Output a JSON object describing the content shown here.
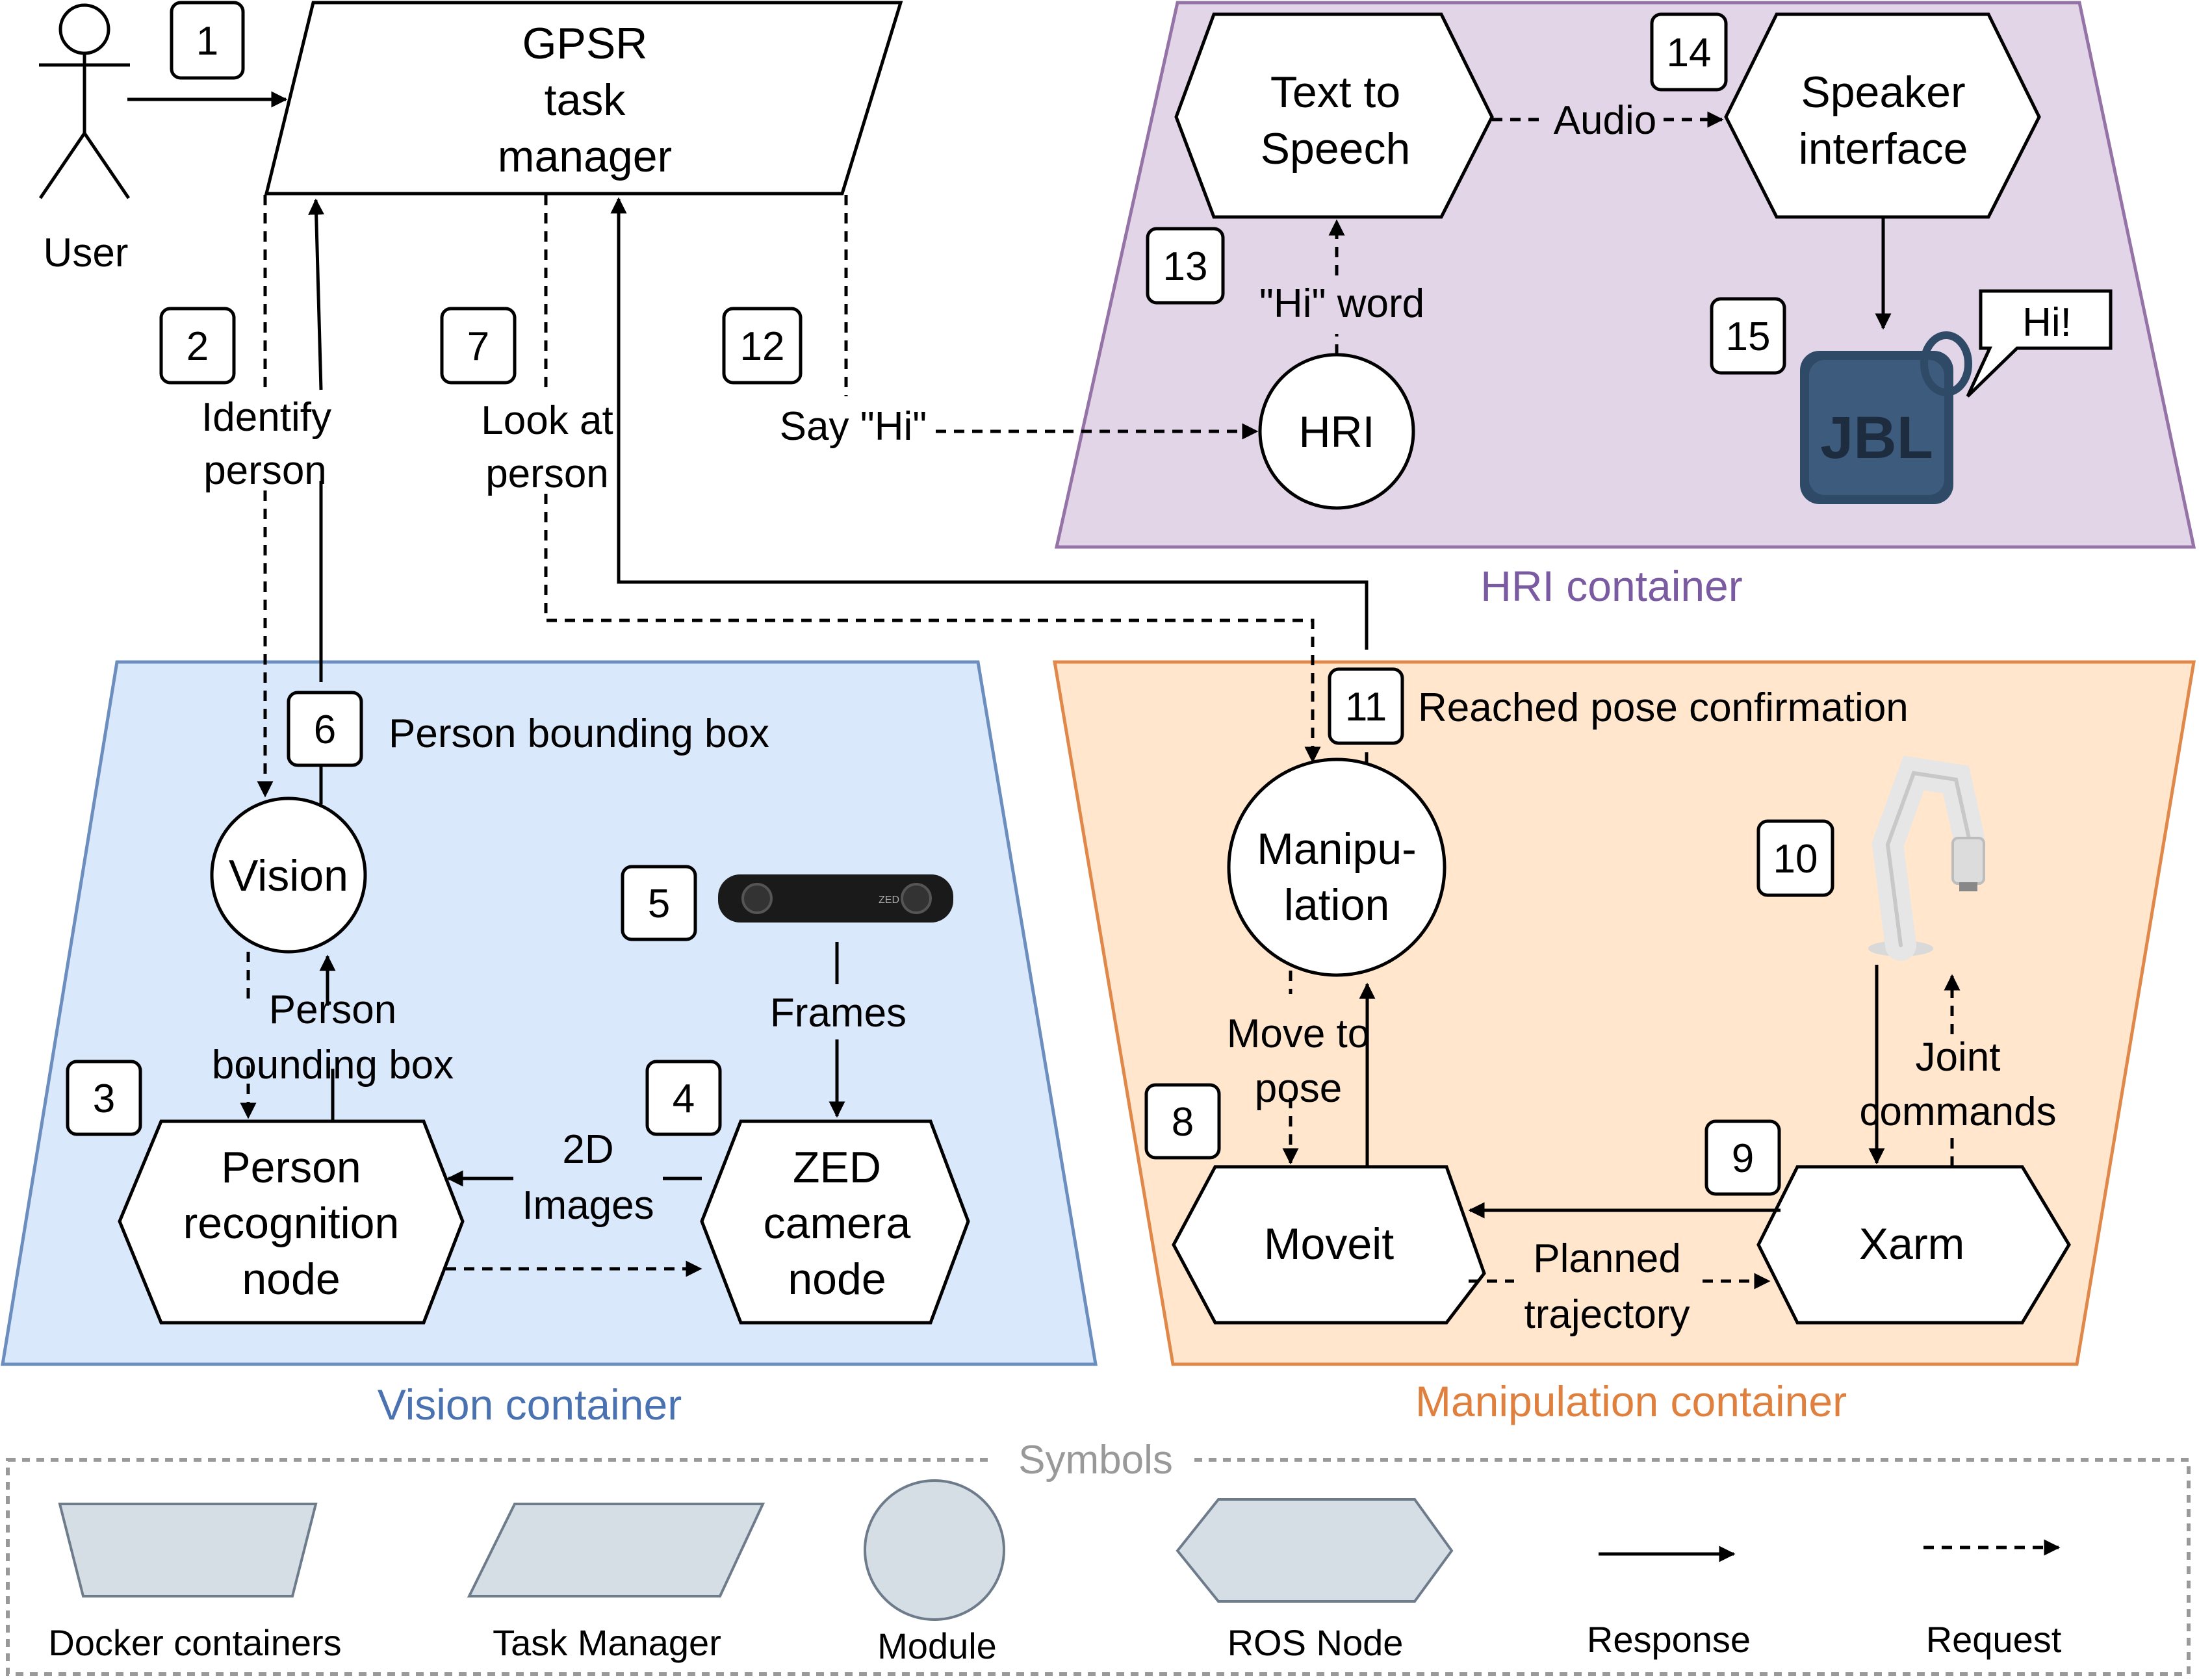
{
  "containers": {
    "hri": "HRI container",
    "vision": "Vision container",
    "manipulation": "Manipulation container",
    "colors": {
      "hri_fill": "#e1d5e7",
      "hri_stroke": "#9673a6",
      "hri_text": "#7a5aa1",
      "vision_fill": "#dae8fc",
      "vision_stroke": "#6c8ebf",
      "vision_text": "#4a72b0",
      "manip_fill": "#ffe6cc",
      "manip_stroke": "#e0884a",
      "manip_text": "#e0803f"
    }
  },
  "actor": {
    "label": "User"
  },
  "task_manager": {
    "line1": "GPSR",
    "line2": "task",
    "line3": "manager"
  },
  "nodes": {
    "tts_1": "Text to",
    "tts_2": "Speech",
    "speaker_1": "Speaker",
    "speaker_2": "interface",
    "hri": "HRI",
    "vision": "Vision",
    "person_rec_1": "Person",
    "person_rec_2": "recognition",
    "person_rec_3": "node",
    "zed_1": "ZED",
    "zed_2": "camera",
    "zed_3": "node",
    "manip_1": "Manipu-",
    "manip_2": "lation",
    "moveit": "Moveit",
    "xarm": "Xarm"
  },
  "steps": [
    "1",
    "2",
    "3",
    "4",
    "5",
    "6",
    "7",
    "8",
    "9",
    "10",
    "11",
    "12",
    "13",
    "14",
    "15"
  ],
  "edges": {
    "identify_1": "Identify",
    "identify_2": "person",
    "look_1": "Look at",
    "look_2": "person",
    "say_hi": "Say \"Hi\"",
    "hi_word": "\"Hi\" word",
    "audio": "Audio",
    "person_bbox_top": "Person bounding box",
    "person_bbox_1": "Person",
    "person_bbox_2": "bounding box",
    "frames": "Frames",
    "images_1": "2D",
    "images_2": "Images",
    "reached": "Reached pose confirmation",
    "move_1": "Move to",
    "move_2": "pose",
    "joint_1": "Joint",
    "joint_2": "commands",
    "planned_1": "Planned",
    "planned_2": "trajectory"
  },
  "illustrations": {
    "speaker_bubble": "Hi!",
    "speaker_brand": "JBL",
    "camera_brand": "ZED"
  },
  "legend": {
    "title": "Symbols",
    "docker": "Docker containers",
    "task_manager": "Task Manager",
    "module": "Module",
    "ros_node": "ROS Node",
    "response": "Response",
    "request": "Request",
    "symbol_fill": "#d5dde5",
    "symbol_stroke": "#6e7b8b"
  }
}
